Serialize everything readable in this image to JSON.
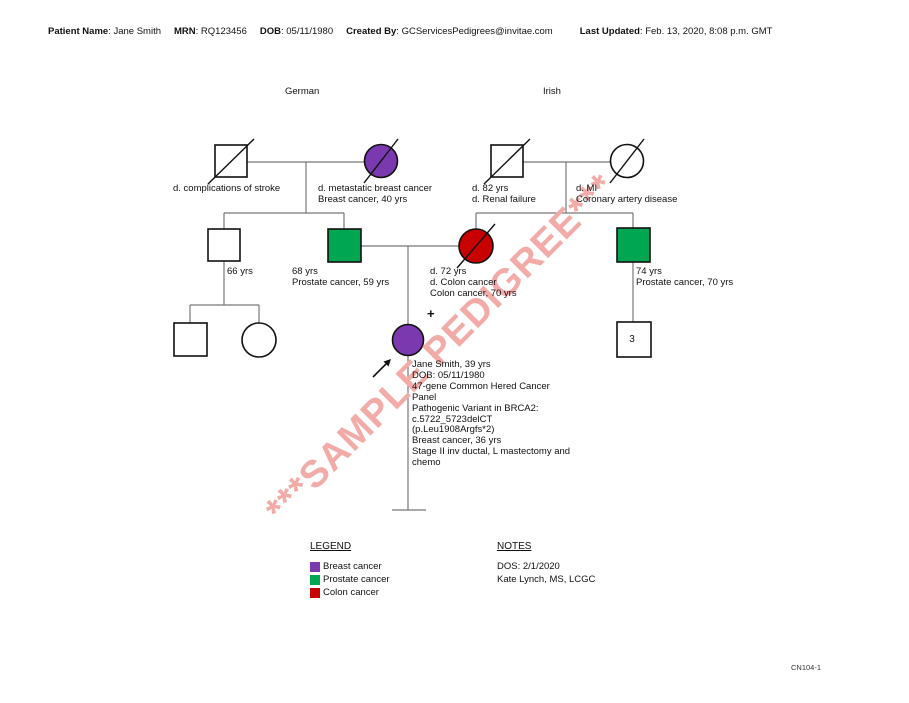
{
  "header": {
    "patient_name_label": "Patient Name",
    "patient_name": ": Jane Smith",
    "mrn_label": "MRN",
    "mrn": ": RQ123456",
    "dob_label": "DOB",
    "dob": ": 05/11/1980",
    "created_by_label": "Created By",
    "created_by": ": GCServicesPedigrees@invitae.com",
    "last_updated_label": "Last Updated",
    "last_updated": ": Feb. 13, 2020, 8:08 p.m. GMT"
  },
  "colors": {
    "breast_cancer": "#7B39AF",
    "prostate_cancer": "#00A651",
    "colon_cancer": "#C80000",
    "unaffected": "#FFFFFF",
    "watermark_pink": "#F2ABA7"
  },
  "watermark": "***SAMPLE PEDIGREE***",
  "pedigree": {
    "ancestry_left": "German",
    "ancestry_right": "Irish",
    "labels": {
      "paternal_grandfather_1": "d. complications of stroke",
      "paternal_grandmother_1": "d. metastatic breast cancer",
      "paternal_grandmother_2": "Breast cancer, 40 yrs",
      "maternal_grandfather_1": "d. 82 yrs",
      "maternal_grandfather_2": "d. Renal failure",
      "maternal_grandmother_1": "d. MI",
      "maternal_grandmother_2": "Coronary artery disease",
      "paternal_uncle_1": "66 yrs",
      "father_1": "68 yrs",
      "father_2": "Prostate cancer, 59 yrs",
      "mother_1": "d. 72 yrs",
      "mother_2": "d. Colon cancer",
      "mother_3": "Colon cancer, 70 yrs",
      "maternal_uncle_1": "74 yrs",
      "maternal_uncle_2": "Prostate cancer, 70 yrs",
      "carrier_plus": "+",
      "children_count": "3"
    },
    "proband_lines": [
      "Jane Smith, 39 yrs",
      "DOB: 05/11/1980",
      "47-gene Common Hered Cancer",
      "Panel",
      "Pathogenic Variant in BRCA2:",
      "c.5722_5723delCT",
      "(p.Leu1908Argfs*2)",
      "Breast cancer, 36 yrs",
      "Stage II inv ductal, L mastectomy and",
      "chemo"
    ]
  },
  "legend": {
    "title": "LEGEND",
    "items": [
      {
        "label": "Breast cancer",
        "color": "#7B39AF"
      },
      {
        "label": "Prostate cancer",
        "color": "#00A651"
      },
      {
        "label": "Colon cancer",
        "color": "#C80000"
      }
    ]
  },
  "notes": {
    "title": "NOTES",
    "lines": [
      "DOS: 2/1/2020",
      "Kate Lynch, MS, LCGC"
    ]
  },
  "footer": {
    "form_number": "CN104-1"
  }
}
